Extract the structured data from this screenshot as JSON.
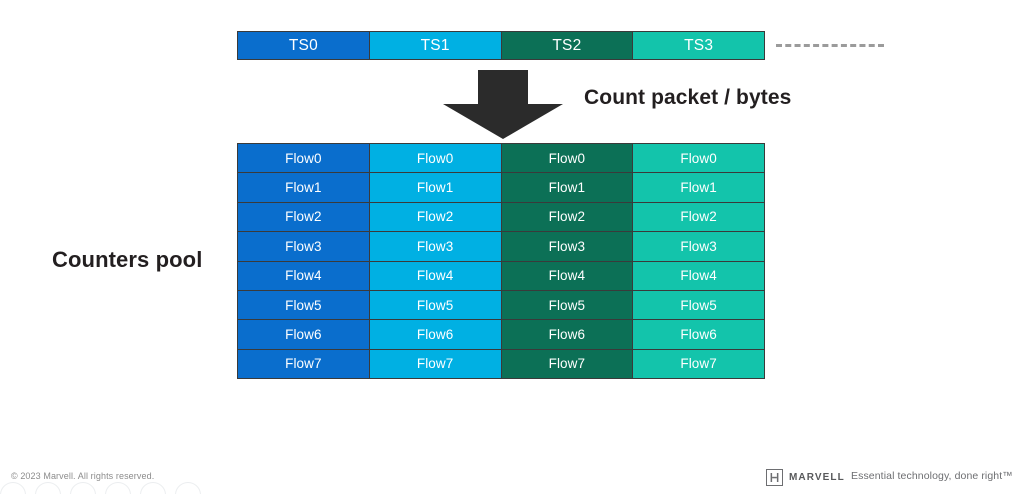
{
  "diagram": {
    "title_label": "Counters pool",
    "count_caption": "Count packet / bytes",
    "arrow_icon": "down-arrow-icon",
    "continuation_icon": "dashed-line-icon"
  },
  "palette": {
    "ts0": "#0A6ECD",
    "ts1": "#00B0E3",
    "ts2": "#0C7056",
    "ts3": "#13C4AB",
    "border": "#3a3a3a",
    "arrow": "#2b2b2b",
    "text_dark": "#231f20",
    "dash_gray": "#9b9b9b",
    "footer_gray": "#8c8c8c",
    "brand_gray": "#58595b"
  },
  "timeslots": {
    "columns": [
      {
        "label": "TS0",
        "color": "#0A6ECD"
      },
      {
        "label": "TS1",
        "color": "#00B0E3"
      },
      {
        "label": "TS2",
        "color": "#0C7056"
      },
      {
        "label": "TS3",
        "color": "#13C4AB"
      }
    ]
  },
  "counters_pool": {
    "column_colors": [
      "#0A6ECD",
      "#00B0E3",
      "#0C7056",
      "#13C4AB"
    ],
    "rows": [
      {
        "cells": [
          "Flow0",
          "Flow0",
          "Flow0",
          "Flow0"
        ]
      },
      {
        "cells": [
          "Flow1",
          "Flow1",
          "Flow1",
          "Flow1"
        ]
      },
      {
        "cells": [
          "Flow2",
          "Flow2",
          "Flow2",
          "Flow2"
        ]
      },
      {
        "cells": [
          "Flow3",
          "Flow3",
          "Flow3",
          "Flow3"
        ]
      },
      {
        "cells": [
          "Flow4",
          "Flow4",
          "Flow4",
          "Flow4"
        ]
      },
      {
        "cells": [
          "Flow5",
          "Flow5",
          "Flow5",
          "Flow5"
        ]
      },
      {
        "cells": [
          "Flow6",
          "Flow6",
          "Flow6",
          "Flow6"
        ]
      },
      {
        "cells": [
          "Flow7",
          "Flow7",
          "Flow7",
          "Flow7"
        ]
      }
    ]
  },
  "footer": {
    "copyright": "© 2023 Marvell. All rights reserved.",
    "brand_name": "MARVELL",
    "tagline": "Essential technology, done right™",
    "logo_icon": "marvell-logo-icon",
    "decorative_circles": 6
  }
}
